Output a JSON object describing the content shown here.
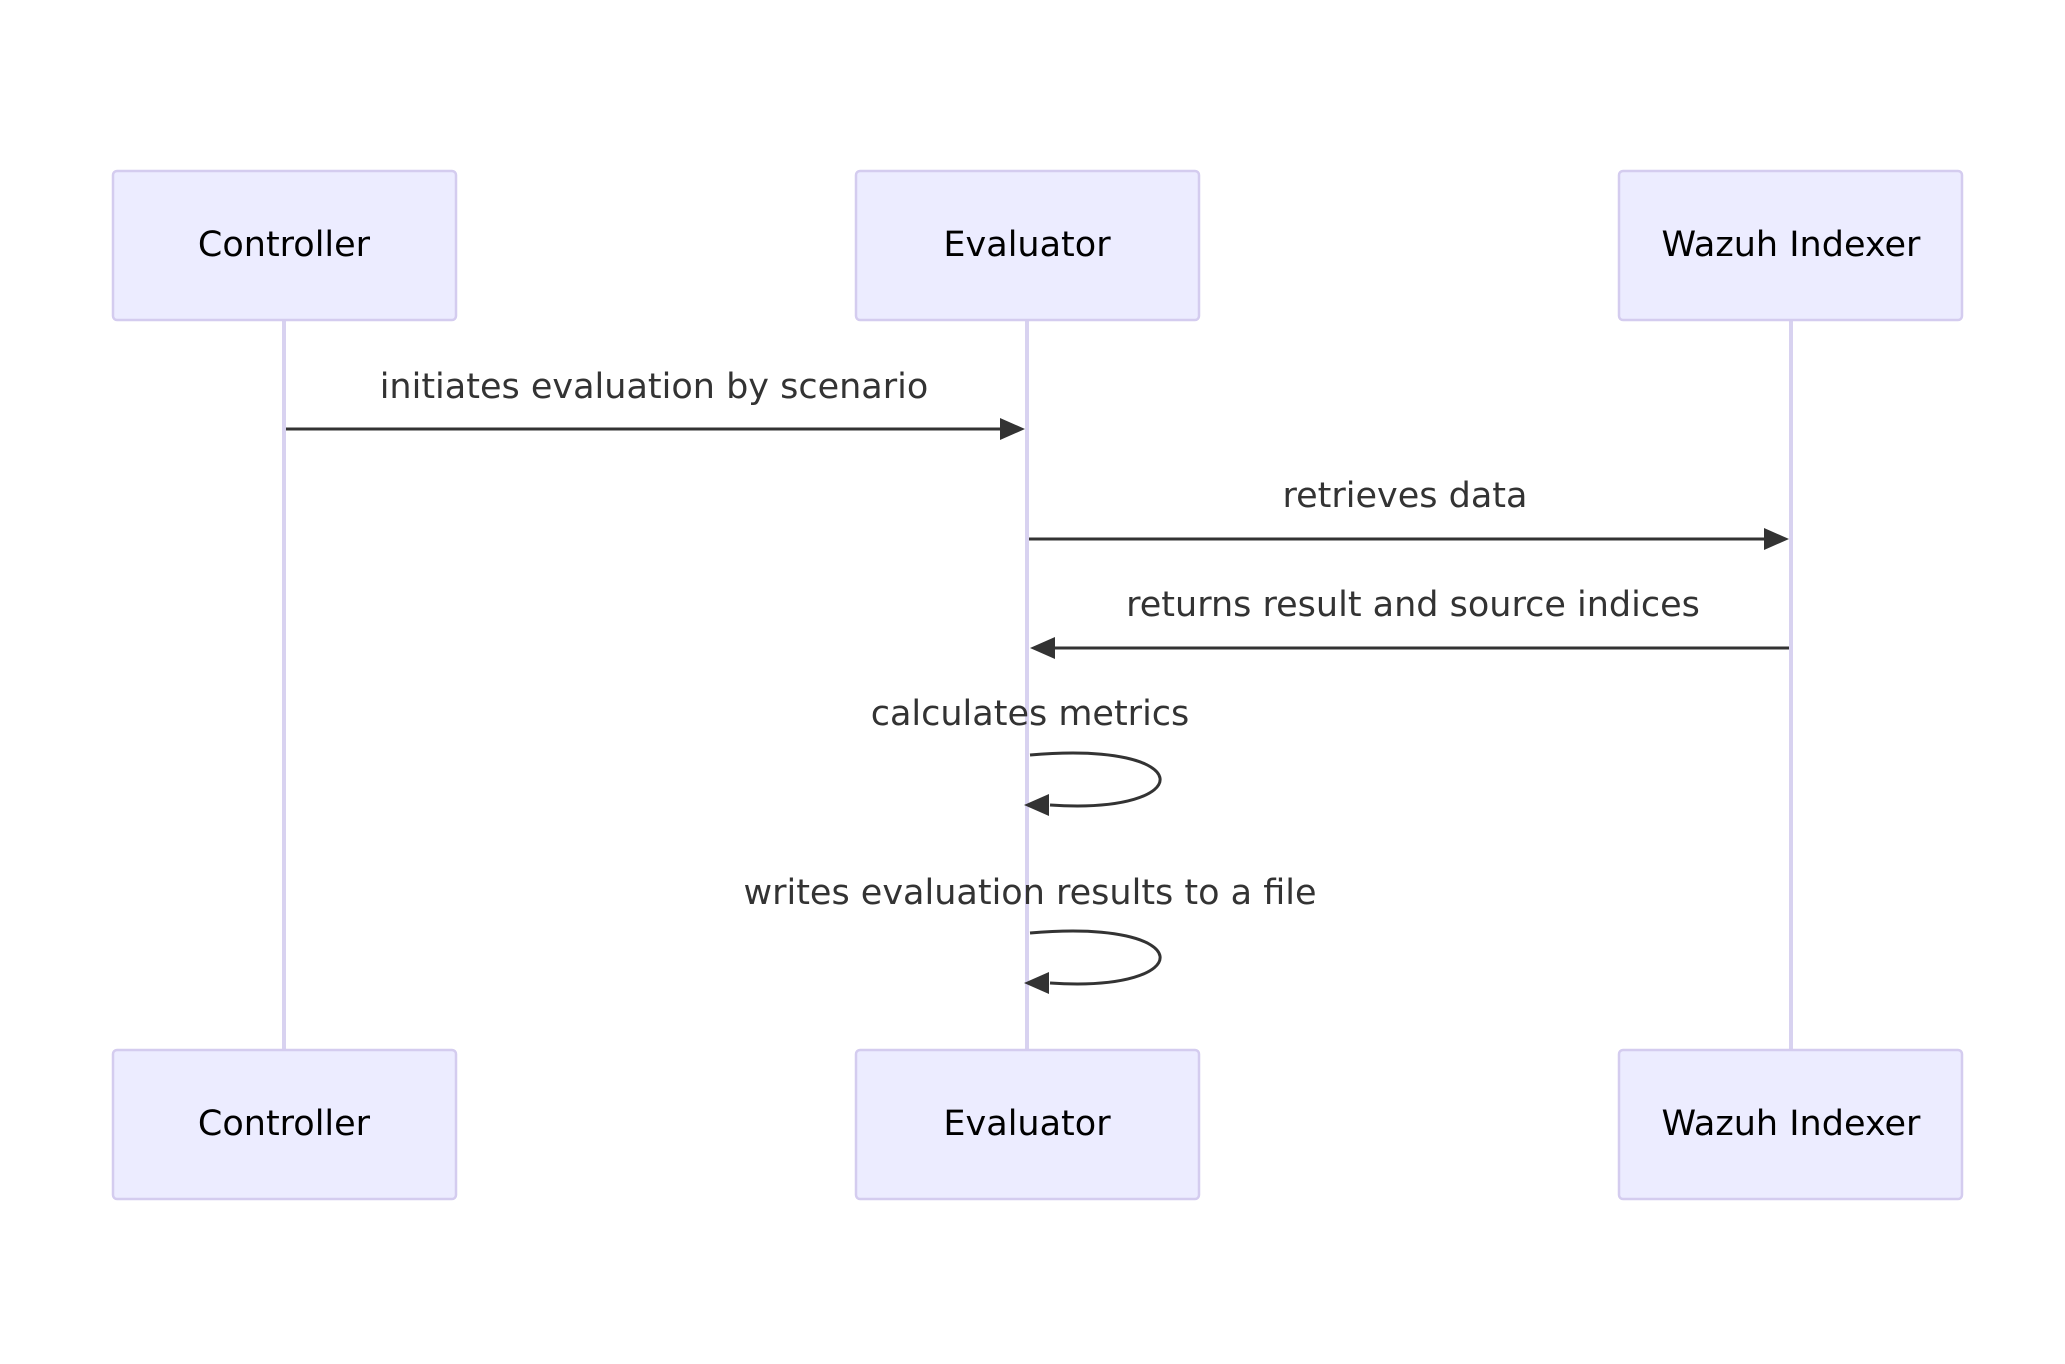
{
  "diagram": {
    "type": "sequence",
    "actors": [
      {
        "id": "controller",
        "label": "Controller"
      },
      {
        "id": "evaluator",
        "label": "Evaluator"
      },
      {
        "id": "indexer",
        "label": "Wazuh Indexer"
      }
    ],
    "messages": [
      {
        "from": "controller",
        "to": "evaluator",
        "label": "initiates evaluation by scenario"
      },
      {
        "from": "evaluator",
        "to": "indexer",
        "label": "retrieves data"
      },
      {
        "from": "indexer",
        "to": "evaluator",
        "label": "returns result and source indices"
      },
      {
        "from": "evaluator",
        "to": "evaluator",
        "label": "calculates metrics"
      },
      {
        "from": "evaluator",
        "to": "evaluator",
        "label": "writes evaluation results to a file"
      }
    ],
    "colors": {
      "actor_fill": "#ececff",
      "actor_border": "#d4ccef",
      "lifeline": "#d8d2f0",
      "message": "#333333"
    }
  }
}
